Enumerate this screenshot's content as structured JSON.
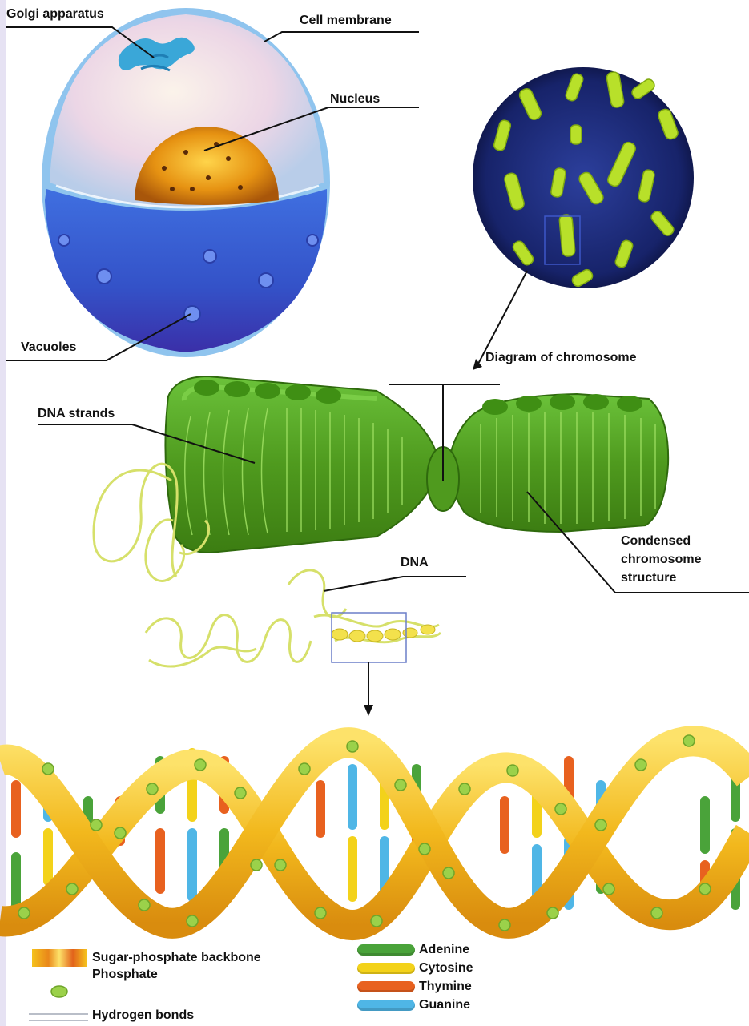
{
  "labels": {
    "golgi": "Golgi apparatus",
    "cell_membrane": "Cell membrane",
    "nucleus": "Nucleus",
    "vacuoles": "Vacuoles",
    "diagram_of_chromosome": "Diagram of chromosome",
    "dna_strands": "DNA strands",
    "dna": "DNA",
    "condensed": "Condensed chromosome structure"
  },
  "legend": {
    "left": [
      {
        "label": "Sugar-phosphate backbone",
        "swatch": "sugar-phosphate-swatch"
      },
      {
        "label": "Phosphate",
        "swatch": "phosphate-swatch"
      },
      {
        "label": "Hydrogen bonds",
        "swatch": "hydrogen-bond-swatch"
      }
    ],
    "right": [
      {
        "label": "Adenine",
        "color": "#4aa33a"
      },
      {
        "label": "Cytosine",
        "color": "#f3d21a"
      },
      {
        "label": "Thymine",
        "color": "#e8611f"
      },
      {
        "label": "Guanine",
        "color": "#4fb6e6"
      }
    ]
  },
  "colors": {
    "backbone": "#f2b81d",
    "chromosome_green": "#4f9a1e",
    "cell_blue": "#3b62d6",
    "nucleus_orange": "#e08a10",
    "micrograph_bg": "#1b2a73"
  }
}
